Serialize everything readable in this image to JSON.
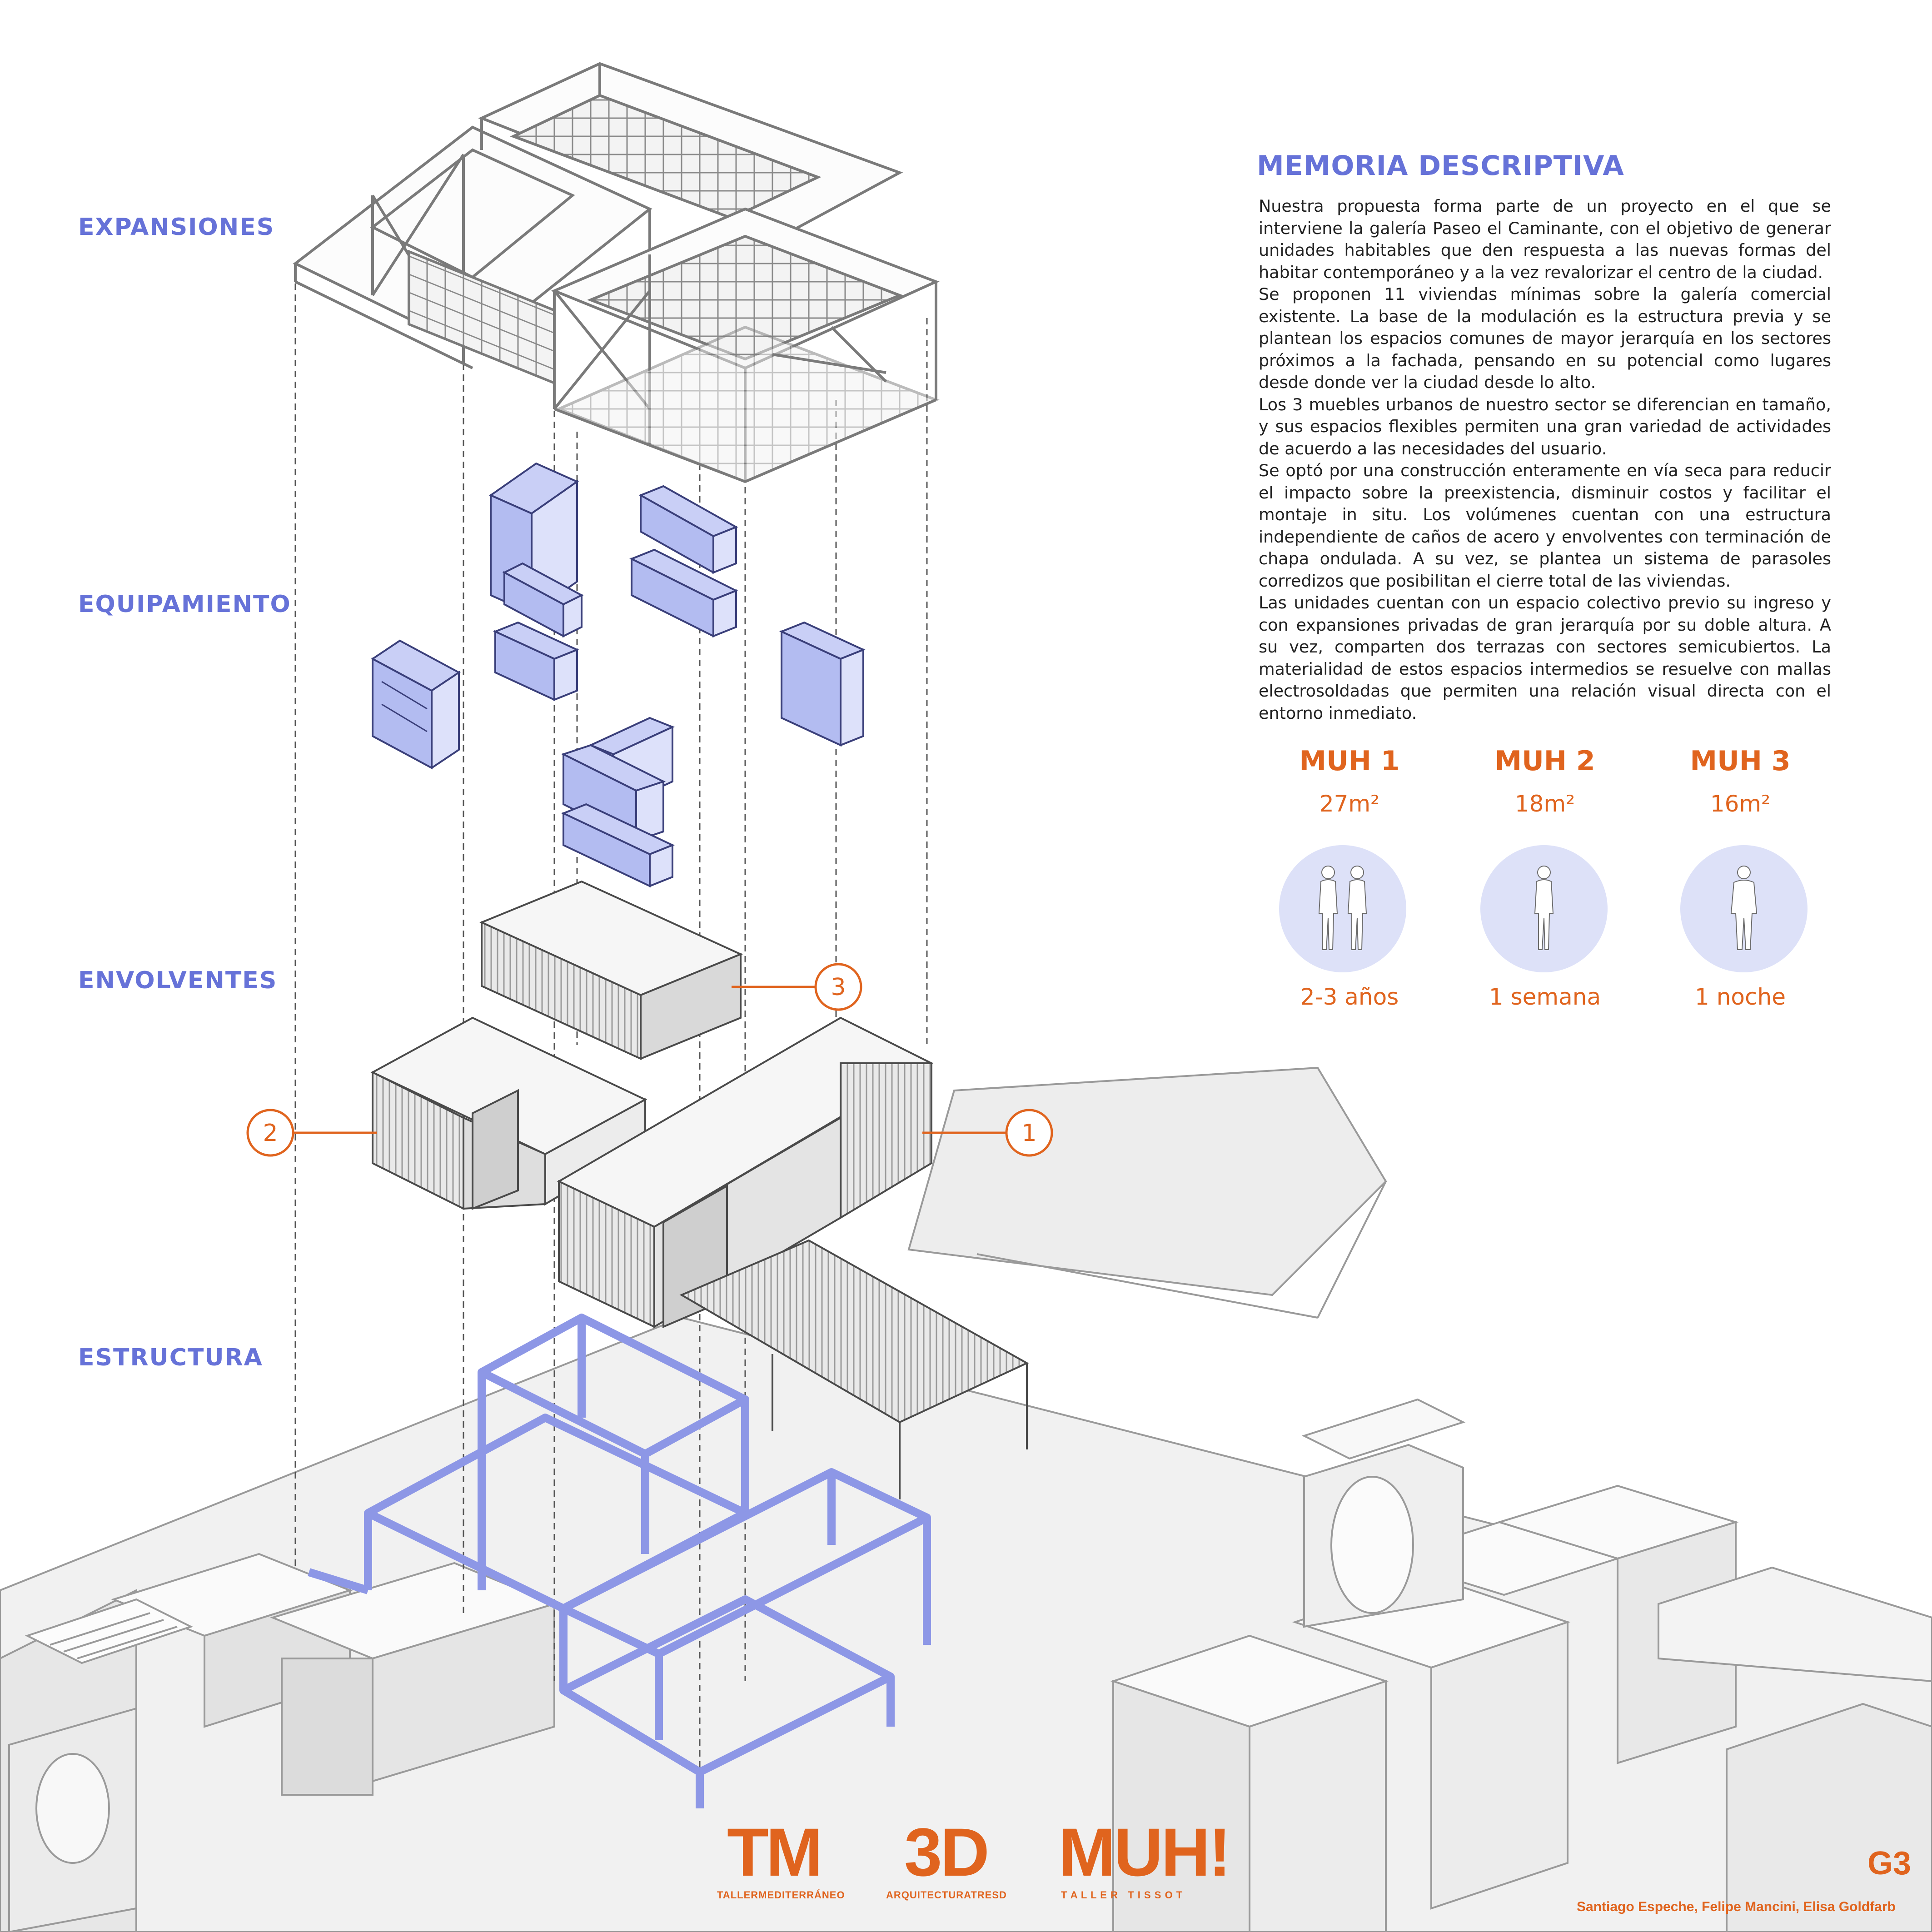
{
  "labels": {
    "expansiones": "EXPANSIONES",
    "equipamiento": "EQUIPAMIENTO",
    "envolventes": "ENVOLVENTES",
    "estructura": "ESTRUCTURA"
  },
  "memoria": {
    "title": "MEMORIA DESCRIPTIVA",
    "paragraphs": [
      "Nuestra propuesta forma parte de un proyecto en el que se interviene la galería Paseo el Caminante, con el objetivo de generar unidades habitables que den respuesta a las nuevas formas del habitar contemporáneo y a la vez revalorizar el centro de la ciudad.",
      "Se proponen 11 viviendas mínimas sobre la galería comercial existente. La base de la modulación es la estructura previa y se plantean los espacios comunes de mayor jerarquía en los sectores próximos a la fachada, pensando en su potencial como lugares desde donde ver la ciudad desde lo alto.",
      "Los 3 muebles urbanos de nuestro sector se diferencian en tamaño, y sus espacios flexibles permiten una gran variedad de actividades de acuerdo a las necesidades del usuario.",
      "Se optó por una construcción enteramente en vía seca para reducir el impacto sobre la preexistencia, disminuir costos y facilitar el montaje in situ. Los volúmenes cuentan con una estructura independiente de caños de acero y envolventes con terminación de chapa ondulada. A su vez, se plantea un sistema de parasoles corredizos que posibilitan el cierre total de las viviendas.",
      "Las unidades cuentan con un espacio colectivo previo su ingreso y con expansiones privadas de gran jerarquía por su doble altura. A su vez, comparten dos terrazas con sectores semicubiertos. La materialidad de estos espacios intermedios se resuelve con mallas electrosoldadas que permiten una relación visual directa con el entorno inmediato."
    ]
  },
  "units": [
    {
      "title": "MUH 1",
      "area": "27m²",
      "duration": "2-3 años",
      "people": 2
    },
    {
      "title": "MUH 2",
      "area": "18m²",
      "duration": "1 semana",
      "people": 1
    },
    {
      "title": "MUH 3",
      "area": "16m²",
      "duration": "1 noche",
      "people": 1
    }
  ],
  "callouts": {
    "one": "1",
    "two": "2",
    "three": "3"
  },
  "footer": {
    "logo_tm": "TM",
    "logo_tm_sub": "TALLERMEDITERRÁNEO",
    "logo_3d": "3D",
    "logo_3d_sub": "ARQUITECTURATRESD",
    "logo_muh": "MUH!",
    "logo_muh_sub": "T A L L E R   T I S S O T",
    "group": "G3",
    "credits": "Santiago Espeche, Felipe Mancini, Elisa Goldfarb"
  },
  "colors": {
    "accent_blue": "#6672d8",
    "accent_orange": "#e0641e",
    "structure_blue": "#8d97e6",
    "light_blue": "#dde1f8"
  }
}
